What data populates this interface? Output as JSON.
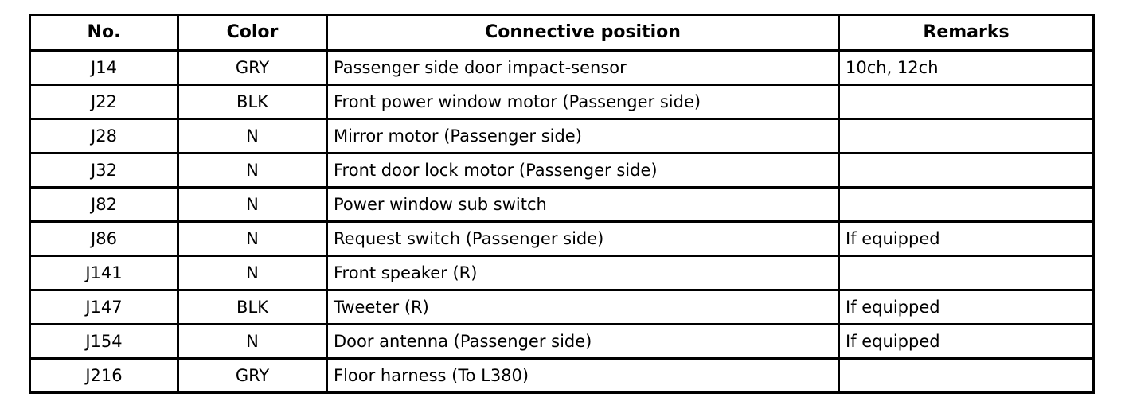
{
  "table": {
    "caption": "",
    "columns": [
      {
        "key": "no",
        "label": "No."
      },
      {
        "key": "color",
        "label": "Color"
      },
      {
        "key": "position",
        "label": "Connective position"
      },
      {
        "key": "remarks",
        "label": "Remarks"
      }
    ],
    "rows": [
      {
        "no": "J14",
        "color": "GRY",
        "position": "Passenger side door impact-sensor",
        "remarks": "10ch, 12ch"
      },
      {
        "no": "J22",
        "color": "BLK",
        "position": "Front power window motor (Passenger side)",
        "remarks": ""
      },
      {
        "no": "J28",
        "color": "N",
        "position": "Mirror motor (Passenger side)",
        "remarks": ""
      },
      {
        "no": "J32",
        "color": "N",
        "position": "Front door lock motor (Passenger side)",
        "remarks": ""
      },
      {
        "no": "J82",
        "color": "N",
        "position": "Power window sub switch",
        "remarks": ""
      },
      {
        "no": "J86",
        "color": "N",
        "position": "Request switch (Passenger side)",
        "remarks": "If equipped"
      },
      {
        "no": "J141",
        "color": "N",
        "position": "Front speaker (R)",
        "remarks": ""
      },
      {
        "no": "J147",
        "color": "BLK",
        "position": "Tweeter (R)",
        "remarks": "If equipped"
      },
      {
        "no": "J154",
        "color": "N",
        "position": "Door antenna (Passenger side)",
        "remarks": "If equipped"
      },
      {
        "no": "J216",
        "color": "GRY",
        "position": "Floor harness (To L380)",
        "remarks": ""
      }
    ]
  },
  "colors": {
    "border": "#000000",
    "text": "#000000",
    "background": "#ffffff"
  }
}
